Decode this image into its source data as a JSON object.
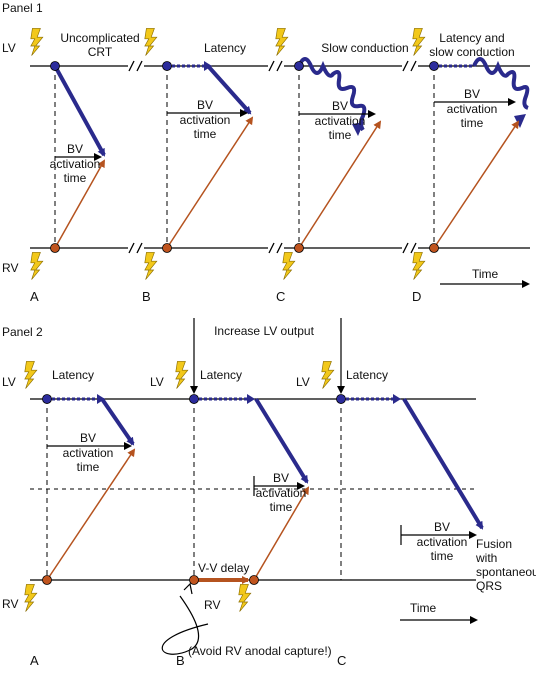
{
  "colors": {
    "lv_arrow": "#2a2a8c",
    "rv_arrow": "#b5531f",
    "bolt_fill": "#f2c81a",
    "bolt_stroke": "#8a6d00",
    "lv_node": "#2c2c9c",
    "rv_node": "#c0541e",
    "line": "#000000"
  },
  "panel1": {
    "title": "Panel 1",
    "lv_label": "LV",
    "rv_label": "RV",
    "scenarios": [
      {
        "letter": "A",
        "label": [
          "Uncomplicated",
          "CRT"
        ]
      },
      {
        "letter": "B",
        "label": [
          "Latency"
        ]
      },
      {
        "letter": "C",
        "label": [
          "Slow conduction"
        ]
      },
      {
        "letter": "D",
        "label": [
          "Latency and",
          "slow conduction"
        ]
      }
    ],
    "bv_lines": [
      "BV",
      "activation",
      "time"
    ],
    "time_label": "Time"
  },
  "panel2": {
    "title": "Panel 2",
    "lv_label": "LV",
    "rv_label": "RV",
    "increase_label": "Increase LV output",
    "latency_label": "Latency",
    "bv_lines": [
      "BV",
      "activation",
      "time"
    ],
    "vv_delay_label": "V-V delay",
    "avoid_label": "(Avoid RV anodal capture!)",
    "fusion_lines": [
      "Fusion",
      "with",
      "spontaneous",
      "QRS"
    ],
    "time_label": "Time",
    "letters": [
      "A",
      "B",
      "C"
    ]
  }
}
